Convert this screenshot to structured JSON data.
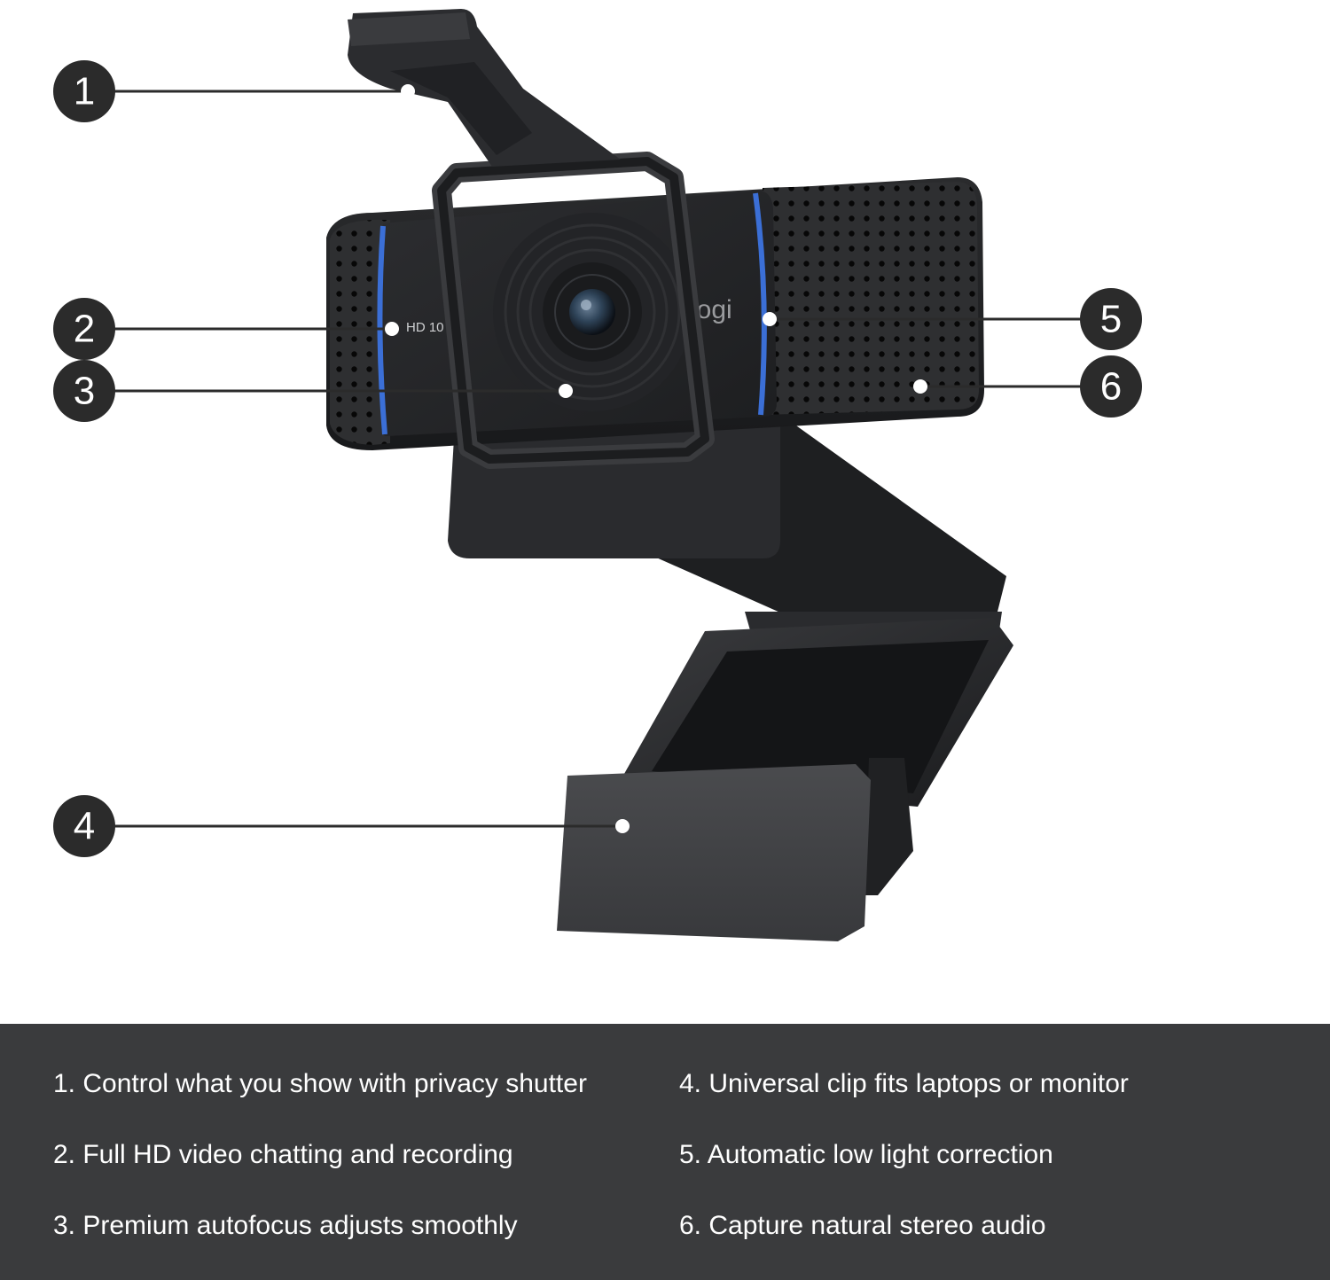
{
  "colors": {
    "background": "#ffffff",
    "panel": "#3a3b3d",
    "callout_circle": "#2b2b2b",
    "camera_body": "#1f2022",
    "accent_blue": "#3b6fd6"
  },
  "camera": {
    "logo_text": "logi",
    "badge_text": "HD 10"
  },
  "callouts": [
    {
      "number": "1"
    },
    {
      "number": "2"
    },
    {
      "number": "3"
    },
    {
      "number": "4"
    },
    {
      "number": "5"
    },
    {
      "number": "6"
    }
  ],
  "features": [
    {
      "text": "1. Control what you show with privacy shutter"
    },
    {
      "text": "2. Full HD video chatting and recording"
    },
    {
      "text": "3. Premium autofocus adjusts smoothly"
    },
    {
      "text": "4. Universal clip fits laptops or monitor"
    },
    {
      "text": "5. Automatic low light correction"
    },
    {
      "text": "6. Capture natural stereo audio"
    }
  ]
}
